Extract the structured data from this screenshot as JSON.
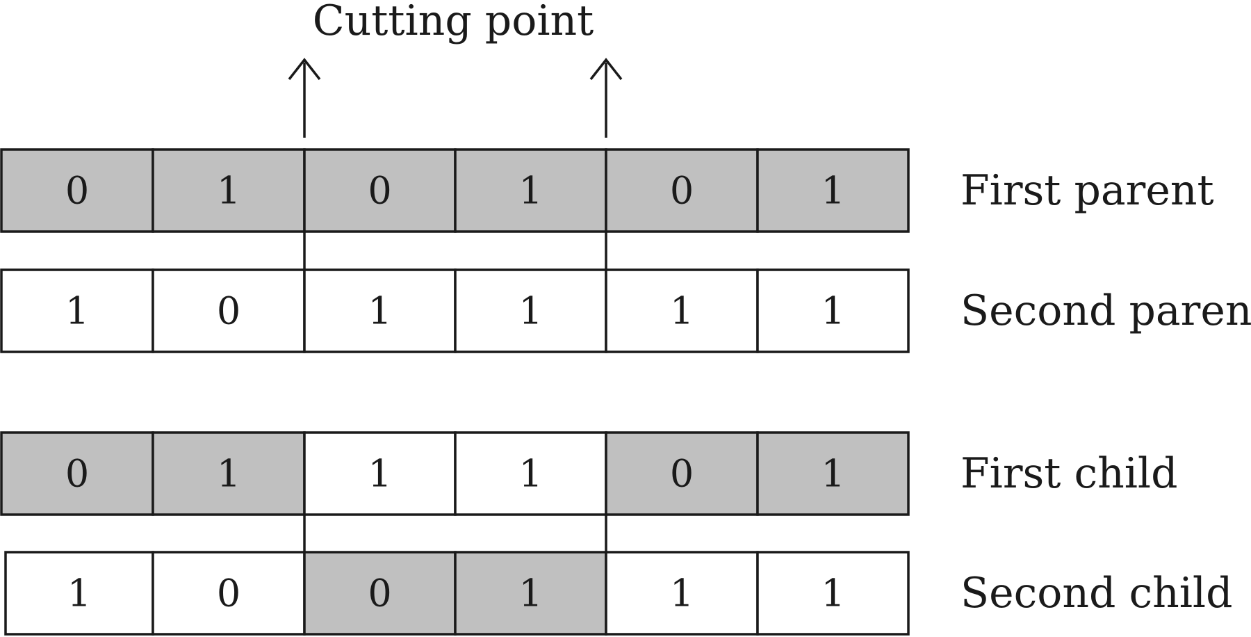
{
  "caption": "Cutting point",
  "colors": {
    "shaded": "#c0c0c0",
    "plain": "#ffffff",
    "stroke": "#1a1a1a"
  },
  "rows": [
    {
      "label": "First parent",
      "bits": [
        "0",
        "1",
        "0",
        "1",
        "0",
        "1"
      ],
      "shaded": [
        true,
        true,
        true,
        true,
        true,
        true
      ]
    },
    {
      "label": "Second parent",
      "bits": [
        "1",
        "0",
        "1",
        "1",
        "1",
        "1"
      ],
      "shaded": [
        false,
        false,
        false,
        false,
        false,
        false
      ]
    },
    {
      "label": "First child",
      "bits": [
        "0",
        "1",
        "1",
        "1",
        "0",
        "1"
      ],
      "shaded": [
        true,
        true,
        false,
        false,
        true,
        true
      ]
    },
    {
      "label": "Second child",
      "bits": [
        "1",
        "0",
        "0",
        "1",
        "1",
        "1"
      ],
      "shaded": [
        false,
        false,
        true,
        true,
        false,
        false
      ]
    }
  ]
}
